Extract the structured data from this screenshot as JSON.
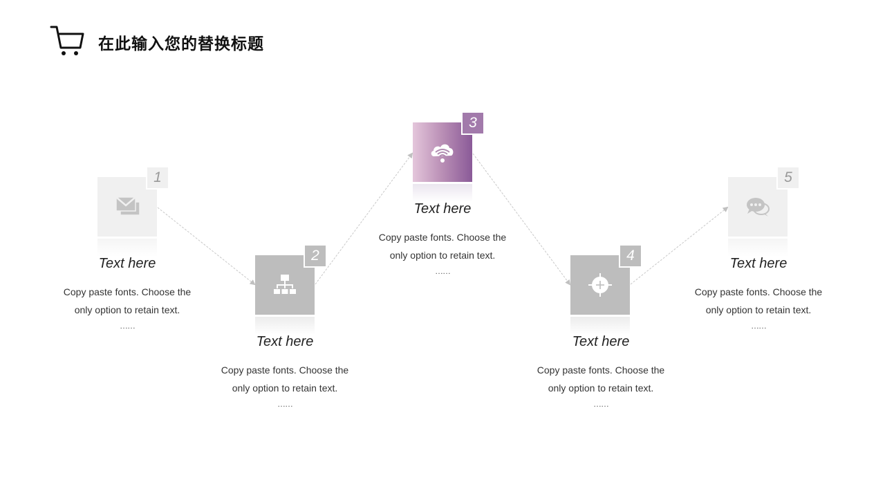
{
  "header": {
    "title": "在此输入您的替换标题",
    "icon": "shopping-cart-icon"
  },
  "colors": {
    "accent_start": "#e4c6db",
    "accent_end": "#8a5a98",
    "badge_accent": "#a27aab",
    "box_light": "#f0f0f0",
    "box_mid": "#bdbdbd",
    "connector": "#c8c8c8"
  },
  "steps": [
    {
      "number": "1",
      "icon": "mail-icon",
      "title": "Text here",
      "desc_line1": "Copy paste fonts. Choose the",
      "desc_line2": "only option to retain text.",
      "dots": "……",
      "style": "light"
    },
    {
      "number": "2",
      "icon": "org-chart-icon",
      "title": "Text here",
      "desc_line1": "Copy paste fonts. Choose the",
      "desc_line2": "only option to retain text.",
      "dots": "……",
      "style": "mid"
    },
    {
      "number": "3",
      "icon": "cloud-wifi-icon",
      "title": "Text here",
      "desc_line1": "Copy paste fonts. Choose the",
      "desc_line2": "only option to retain text.",
      "dots": "……",
      "style": "accent"
    },
    {
      "number": "4",
      "icon": "crosshair-icon",
      "title": "Text here",
      "desc_line1": "Copy paste fonts. Choose the",
      "desc_line2": "only option to retain text.",
      "dots": "……",
      "style": "mid"
    },
    {
      "number": "5",
      "icon": "chat-bubbles-icon",
      "title": "Text here",
      "desc_line1": "Copy paste fonts. Choose the",
      "desc_line2": "only option to retain text.",
      "dots": "……",
      "style": "light"
    }
  ]
}
